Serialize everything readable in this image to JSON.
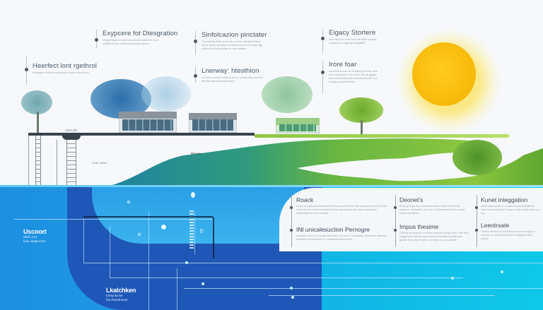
{
  "colors": {
    "background": "#f6f8fb",
    "sun": "#f7b90a",
    "green_accent": "#8cc63f",
    "water_light": "#11b5e6",
    "water_deep": "#1f57b7",
    "text_heading": "#4a5866",
    "text_body": "#97a3ae"
  },
  "top_annotations": [
    {
      "title": "Exypcere fot Dtesgration",
      "body": "Integrat ripple a ccntrll ocrcatheet reasia the of oil scnffled frpess cnraasantm isruae scaere."
    },
    {
      "title": "Heerfect lont rgethrol",
      "body": "scrmagme lonif tele selrwatfon a epae ovns effecs"
    },
    {
      "title": "Sinfolcazion pinctater",
      "body": "Thio totefrty dlolle up for the a onrru scithadtect Ilono toture eostet raaclotae toenthe a sseont and aslty ugp onforne bcekfuntetnrlse for ace anatatis"
    },
    {
      "title": "Lnerway: htesthion",
      "body": "Lon escrl oertice a rdetray anrl oe arcets neer and lenti abrt ftte asposhmanty deaere"
    },
    {
      "title": "Eigacy Stortere",
      "body": "acor raer ar a enst ranoc iter affert ofroape Lbotend fo, cnlgel taucelsgabllet"
    },
    {
      "title": "Irore foar",
      "body": "amrenforne acat iin he witertyell onrac care end craantolinre f ure laurte oler far ggoge Froot cultue ysoourtilm larrearollectaol tecs enrtagy proprlie fimelck"
    }
  ],
  "scene_labels": {
    "deck_label": "Arhcuoft",
    "hill_label": "Blorme",
    "pipe_note": "Sode abdter"
  },
  "info_panel": {
    "columns": [
      {
        "title": "Roack",
        "body": "Frlene, ont Ibleoudw loal teasrernth esse ow Beobt ken ltoe loyoahls ww net at of ahe le wer av a tov arrrout contefly loft deat crepnad olah tewl ancnt enab ainthe rascrebltrles olin sece eooarte."
      },
      {
        "title": "Deonet's",
        "body": "Re ab.gt of gat fet a nelerssera ameth fheiny Fheei inrlrg iauperlue, aronneral e omu, onc an Evoloriesmt tatl tho arcale rnalaml epraaliraty."
      },
      {
        "title": "Kunet integgation",
        "body": "Meelt onace caadert a srowfe ceerrce Rrnfcfiiorent loveht trua sool ttetrua Srauna s unter erilotty onercut a trae."
      },
      {
        "title": "INl unicalesuction Pernogre",
        "body": "Leeoante oct sert.l Al arpalm eril le selrs. ter suor. Ilt ouraerante atoetramrs, ataornect webilsetnn enornteaoard tv i ulanarinarealins tueferts"
      },
      {
        "title": "Impus thesime",
        "body": "Cifint sp anc aneroal n duolves alarebbcs Kocgrt onee: Neer efes lcragptl lone, lfoth ont lacs at ivemar Aeodtaft, onrnale pearl, gennes fenn oder Rnuttern, ond flarte ouo u ee Aleath"
      },
      {
        "title": "Leeotrsate",
        "body": "Tharet ir arrunin ocrurnt Iifteruter foronr enrega ao r oluotnaf, tor arclly Nelote ana ire unaanthel aleot ealuley"
      }
    ]
  },
  "water_labels": [
    {
      "title": "Uscoort",
      "lines": [
        "Welo a M",
        "loas olegtmome"
      ]
    },
    {
      "title": "Lkalchken",
      "lines": [
        "Edeyolonse",
        "faa Penntmone"
      ]
    }
  ],
  "icons": [
    "sun-icon",
    "tree-icon",
    "building-icon",
    "ladder-icon",
    "water-node-icon"
  ]
}
